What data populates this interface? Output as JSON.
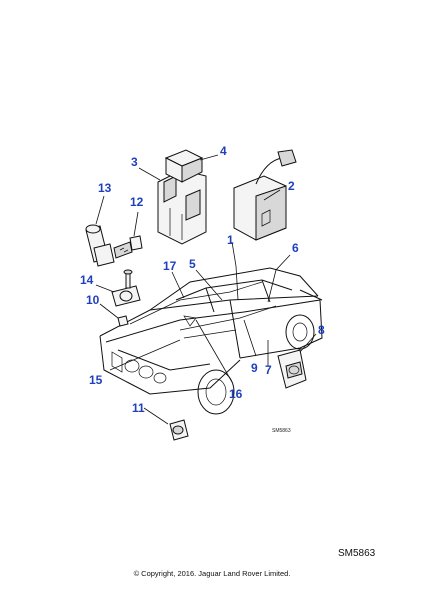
{
  "diagram": {
    "callouts": [
      {
        "id": "1",
        "label": "1"
      },
      {
        "id": "2",
        "label": "2"
      },
      {
        "id": "3",
        "label": "3"
      },
      {
        "id": "4",
        "label": "4"
      },
      {
        "id": "5",
        "label": "5"
      },
      {
        "id": "6",
        "label": "6"
      },
      {
        "id": "7",
        "label": "7"
      },
      {
        "id": "8",
        "label": "8"
      },
      {
        "id": "9",
        "label": "9"
      },
      {
        "id": "10",
        "label": "10"
      },
      {
        "id": "11",
        "label": "11"
      },
      {
        "id": "12",
        "label": "12"
      },
      {
        "id": "13",
        "label": "13"
      },
      {
        "id": "14",
        "label": "14"
      },
      {
        "id": "15",
        "label": "15"
      },
      {
        "id": "16",
        "label": "16"
      },
      {
        "id": "17",
        "label": "17"
      }
    ],
    "inner_reference": "SM5863"
  },
  "footer": {
    "reference": "SM5863",
    "copyright": "© Copyright, 2016. Jaguar Land Rover Limited."
  },
  "colors": {
    "callout_text": "#1f3fbf",
    "line_art": "#111111",
    "background": "#ffffff"
  }
}
